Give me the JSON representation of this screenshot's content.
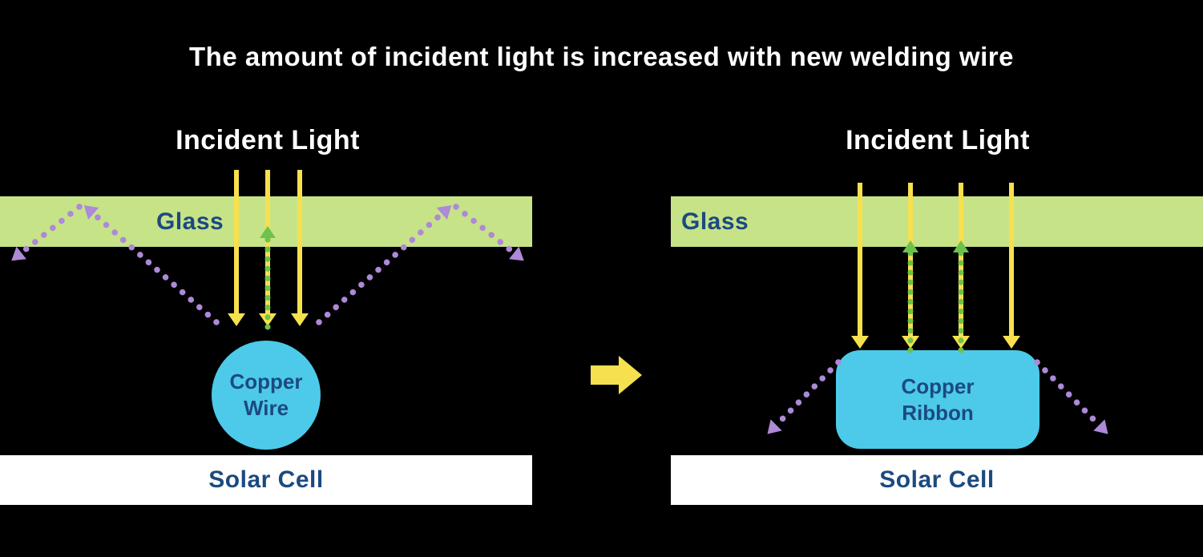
{
  "title": "The amount of incident light is increased with new welding wire",
  "left_panel": {
    "incident_light_label": "Incident Light",
    "glass_label": "Glass",
    "conductor_line1": "Copper",
    "conductor_line2": "Wire",
    "solar_cell_label": "Solar Cell"
  },
  "right_panel": {
    "incident_light_label": "Incident Light",
    "glass_label": "Glass",
    "conductor_line1": "Copper",
    "conductor_line2": "Ribbon",
    "solar_cell_label": "Solar Cell"
  },
  "icons": {
    "transition_arrow": "right-arrow",
    "incident_light_rays": "yellow-down-arrows",
    "reflected_rays": "green-dotted-up-arrows",
    "scattered_rays": "purple-dotted-reflection-arrows"
  },
  "colors": {
    "background": "#000000",
    "title_text": "#ffffff",
    "glass_fill": "#c7e388",
    "incident_ray": "#f7e04e",
    "reflected_ray": "#6dc24c",
    "scattered_ray": "#ad89d7",
    "conductor_fill": "#4dcae9",
    "label_text": "#1b4a80",
    "solar_cell_fill": "#ffffff"
  }
}
